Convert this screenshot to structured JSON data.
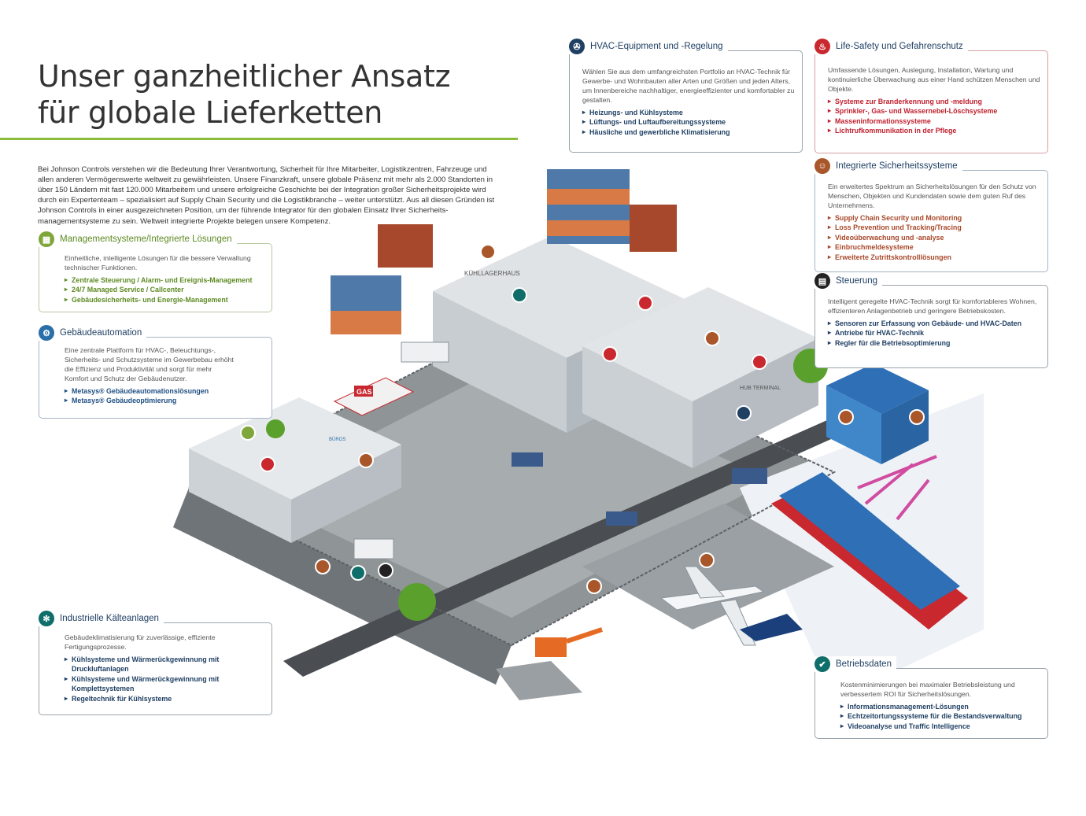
{
  "title_line1": "Unser ganzheitlicher Ansatz",
  "title_line2": "für globale Lieferketten",
  "intro": "Bei Johnson Controls verstehen wir die Bedeutung Ihrer Verantwortung, Sicherheit für Ihre Mitarbeiter, Logistikzentren, Fahrzeuge und allen anderen Vermögenswerte weltweit zu gewährleisten. Unsere Finanzkraft, unsere globale Präsenz mit mehr als 2.000 Standorten in über 150 Ländern mit fast 120.000 Mitarbeitern und unsere erfolgreiche Geschichte bei der Integration großer Sicherheitsprojekte wird durch ein Expertenteam – spezialisiert auf Supply Chain Security und die Logistikbranche – weiter unterstützt. Aus all diesen Gründen ist Johnson Controls in einer ausgezeichneten Position, um der führende Integrator für den globalen Einsatz Ihrer Sicherheits­managementsysteme zu sein. Weltweit integrierte Projekte belegen unsere Kompetenz.",
  "panels": {
    "mgmt": {
      "title": "Managementsysteme/Integrierte Lösungen",
      "desc": "Einheitliche, intelligente Lösungen für die bessere Verwaltung technischer Funktionen.",
      "items": [
        "Zentrale Steuerung / Alarm- und Ereignis-Management",
        "24/7 Managed Service / Callcenter",
        "Gebäudesicherheits- und Energie-Management"
      ]
    },
    "gebaeude": {
      "title": "Gebäudeautomation",
      "desc": "Eine zentrale Plattform für HVAC-, Beleuchtungs-, Sicherheits- und Schutzsysteme im Gewerbebau erhöht die Effizienz und Produktivität und sorgt für mehr Komfort und Schutz der Gebäudenutzer.",
      "items": [
        "Metasys® Gebäudeautomationslösungen",
        "Metasys® Gebäudeoptimierung"
      ]
    },
    "kaelte": {
      "title": "Industrielle Kälteanlagen",
      "desc": "Gebäudeklimatisierung für zuverlässige, effiziente Fertigungsprozesse.",
      "items": [
        "Kühlsysteme und Wärmerückgewinnung mit Druckluftanlagen",
        "Kühlsysteme und Wärmerückgewinnung mit Komplettsystemen",
        "Regeltechnik für Kühlsysteme"
      ]
    },
    "hvac": {
      "title": "HVAC-Equipment und -Regelung",
      "desc": "Wählen Sie aus dem umfangreichsten Portfolio an HVAC-Technik für Gewerbe- und Wohnbauten aller Arten und Größen und jeden Alters, um Innenbereiche nachhaltiger, energieeffizienter und komfortabler zu gestalten.",
      "items": [
        "Heizungs- und Kühlsysteme",
        "Lüftungs- und Luftaufbereitungssysteme",
        "Häusliche und gewerbliche Klimatisierung"
      ]
    },
    "life": {
      "title": "Life-Safety und Gefahrenschutz",
      "desc": "Umfassende Lösungen, Auslegung, Installation, Wartung und kontinuierliche Überwachung aus einer Hand schützen Menschen und Objekte.",
      "items": [
        "Systeme zur Branderkennung und -meldung",
        "Sprinkler-, Gas- und Wassernebel-Löschsysteme",
        "Masseninformationssysteme",
        "Lichtrufkommunikation in der Pflege"
      ]
    },
    "sicher": {
      "title": "Integrierte Sicherheitssysteme",
      "desc": "Ein erweitertes Spektrum an Sicherheitslösungen für den Schutz von Menschen, Objekten und Kundendaten sowie dem guten Ruf des Unternehmens.",
      "items": [
        "Supply Chain Security und Monitoring",
        "Loss Prevention und Tracking/Tracing",
        "Videoüberwachung und -analyse",
        "Einbruchmeldesysteme",
        "Erweiterte Zutrittskontrolllösungen"
      ]
    },
    "steuer": {
      "title": "Steuerung",
      "desc": "Intelligent geregelte HVAC-Technik sorgt für komfortableres Wohnen, effizienteren Anlagenbetrieb und geringere Betriebskosten.",
      "items": [
        "Sensoren zur Erfassung von Gebäude- und HVAC-Daten",
        "Antriebe für HVAC-Technik",
        "Regler für die Betriebsoptimierung"
      ]
    },
    "betrieb": {
      "title": "Betriebsdaten",
      "desc": "Kostenminimierungen bei maximaler Betriebsleistung und verbessertem ROI für Sicherheitslösungen.",
      "items": [
        "Informationsmanagement-Lösungen",
        "Echtzeitortungssysteme für die Bestandsverwaltung",
        "Videoanalyse und Traffic Intelligence"
      ]
    }
  },
  "scene": {
    "sign_cold": "KÜHLLAGERHAUS",
    "sign_hub": "HUB TERMINAL",
    "sign_gas": "GAS",
    "sign_office": "BÜROS"
  }
}
